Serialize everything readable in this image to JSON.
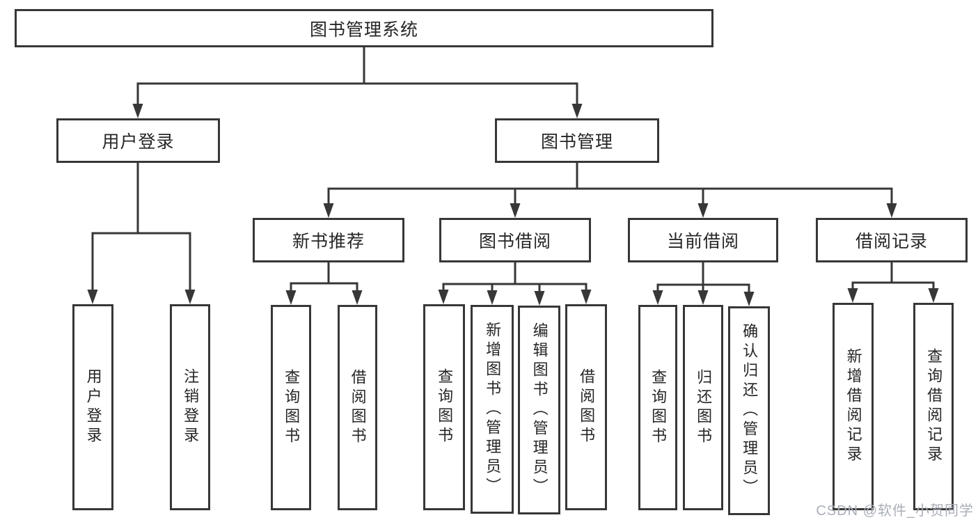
{
  "diagram_title": "图书管理系统",
  "nodes": {
    "root": "图书管理系统",
    "user_login": "用户登录",
    "book_mgmt": "图书管理",
    "new_book_rec": "新书推荐",
    "book_borrow": "图书借阅",
    "current_borrow": "当前借阅",
    "borrow_records": "借阅记录",
    "ul_user_login": "用户登录",
    "ul_logout": "注销登录",
    "nb_query_book": "查询图书",
    "nb_borrow_book": "借阅图书",
    "bb_query_book": "查询图书",
    "bb_add_book": "新增图书（管理员）",
    "bb_edit_book": "编辑图书（管理员）",
    "bb_borrow_book": "借阅图书",
    "cb_query_book": "查询图书",
    "cb_return_book": "归还图书",
    "cb_confirm_return": "确认归还（管理员）",
    "br_add_record": "新增借阅记录",
    "br_query_record": "查询借阅记录"
  },
  "structure": [
    {
      "parent": "图书管理系统",
      "children": [
        "用户登录",
        "图书管理"
      ]
    },
    {
      "parent": "用户登录",
      "children": [
        "用户登录",
        "注销登录"
      ]
    },
    {
      "parent": "图书管理",
      "children": [
        "新书推荐",
        "图书借阅",
        "当前借阅",
        "借阅记录"
      ]
    },
    {
      "parent": "新书推荐",
      "children": [
        "查询图书",
        "借阅图书"
      ]
    },
    {
      "parent": "图书借阅",
      "children": [
        "查询图书",
        "新增图书（管理员）",
        "编辑图书（管理员）",
        "借阅图书"
      ]
    },
    {
      "parent": "当前借阅",
      "children": [
        "查询图书",
        "归还图书",
        "确认归还（管理员）"
      ]
    },
    {
      "parent": "借阅记录",
      "children": [
        "新增借阅记录",
        "查询借阅记录"
      ]
    }
  ],
  "watermark": "CSDN @软件_小贺同学",
  "colors": {
    "line": "#373737",
    "box_border": "#373737",
    "box_fill": "#ffffff",
    "text": "#262626",
    "watermark": "#a9aeb8",
    "background": "#ffffff"
  }
}
